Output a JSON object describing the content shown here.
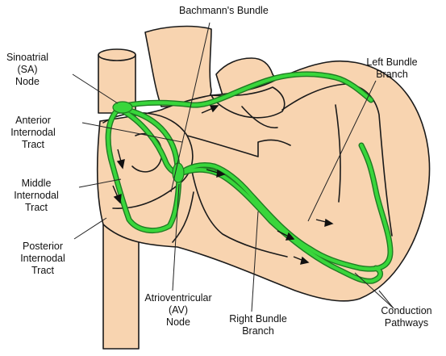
{
  "labels": {
    "bachmann": [
      "Bachmann's Bundle"
    ],
    "sa_node": [
      "Sinoatrial",
      "(SA)",
      "Node"
    ],
    "anterior": [
      "Anterior",
      "Internodal",
      "Tract"
    ],
    "middle": [
      "Middle",
      "Internodal",
      "Tract"
    ],
    "posterior": [
      "Posterior",
      "Internodal",
      "Tract"
    ],
    "av_node": [
      "Atrioventricular",
      "(AV)",
      "Node"
    ],
    "right_bundle": [
      "Right Bundle",
      "Branch"
    ],
    "left_bundle": [
      "Left Bundle",
      "Branch"
    ],
    "conduction": [
      "Conduction",
      "Pathways"
    ]
  },
  "colors": {
    "heart_fill": "#f8d4b0",
    "outline": "#1a1a1a",
    "pathway": "#39d63b",
    "pathway_edge": "#1f7a22",
    "leader": "#222222"
  }
}
